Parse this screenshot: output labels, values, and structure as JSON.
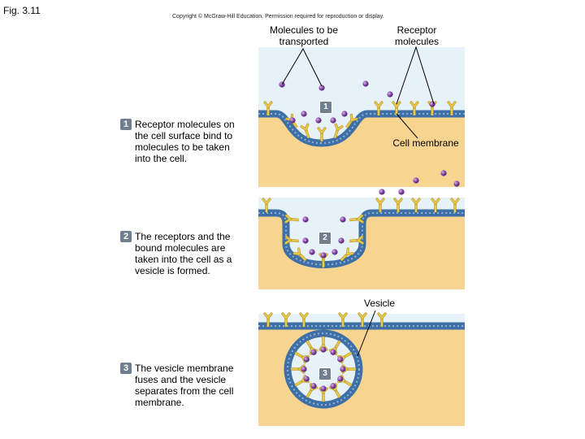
{
  "figure_label": "Fig. 3.11",
  "copyright": "Copyright © McGraw-Hill Education. Permission required for reproduction or display.",
  "callouts": {
    "molecules": "Molecules to be transported",
    "receptors": "Receptor molecules",
    "cell_membrane": "Cell membrane",
    "vesicle": "Vesicle"
  },
  "steps": [
    {
      "number": "1",
      "text": "Receptor molecules on the cell surface bind to molecules to be taken into the cell."
    },
    {
      "number": "2",
      "text": "The receptors and the bound molecules are taken into the cell as a vesicle is formed."
    },
    {
      "number": "3",
      "text": "The vesicle membrane fuses and the vesicle separates from the cell membrane."
    }
  ],
  "panel_badges": [
    "1",
    "2",
    "3"
  ],
  "colors": {
    "extracellular": "#e6f1f8",
    "cytoplasm": "#f7d48f",
    "membrane": "#3e6fa6",
    "membrane_light": "#8fb3d6",
    "receptor": "#e8c94b",
    "molecule": "#7b3f98",
    "badge": "#6f7f90"
  }
}
